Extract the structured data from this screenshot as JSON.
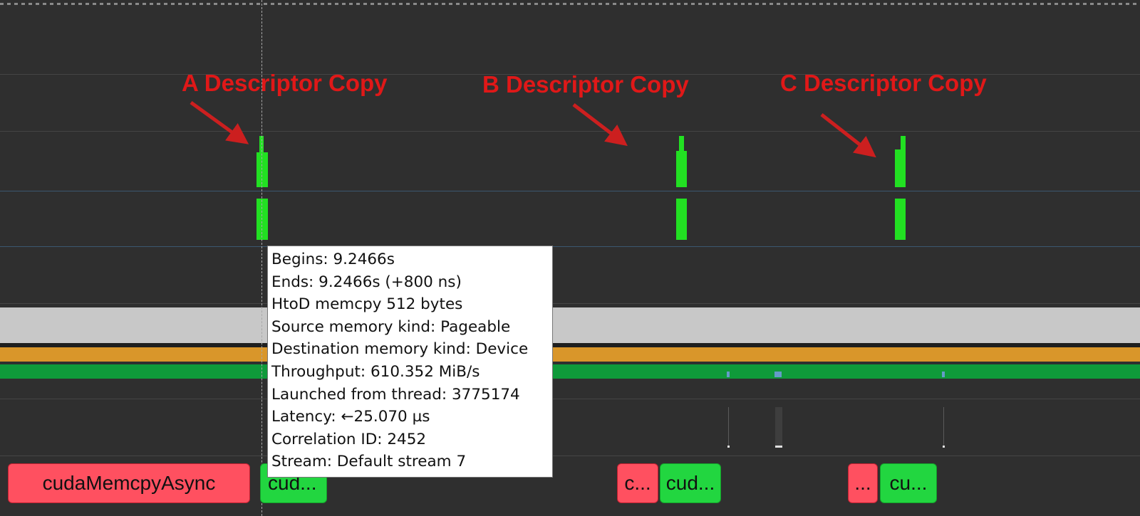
{
  "annotations": [
    {
      "label": "A Descriptor Copy"
    },
    {
      "label": "B Descriptor Copy"
    },
    {
      "label": "C Descriptor Copy"
    }
  ],
  "tooltip": {
    "begins": "Begins: 9.2466s",
    "ends": "Ends: 9.2466s (+800 ns)",
    "kind": "HtoD memcpy 512 bytes",
    "source_memory": "Source memory kind: Pageable",
    "destination_memory": "Destination memory kind: Device",
    "throughput": "Throughput: 610.352 MiB/s",
    "thread": "Launched from thread: 3775174",
    "latency": "Latency: ←25.070 µs",
    "correlation": "Correlation ID: 2452",
    "stream": "Stream: Default stream 7"
  },
  "api_calls": [
    {
      "label": "cudaMemcpyAsync"
    },
    {
      "label": "cud..."
    },
    {
      "label": "c..."
    },
    {
      "label": "cud..."
    },
    {
      "label": "..."
    },
    {
      "label": "cu..."
    }
  ],
  "colors": {
    "background": "#2f2f2f",
    "annotation": "#e01818",
    "memcpy_event": "#22e022",
    "api_call_red": "#ff5060",
    "api_call_green": "#22d640",
    "band_orange": "#d9962a",
    "band_green": "#0f9a3a",
    "band_grey": "#c8c8c8"
  }
}
